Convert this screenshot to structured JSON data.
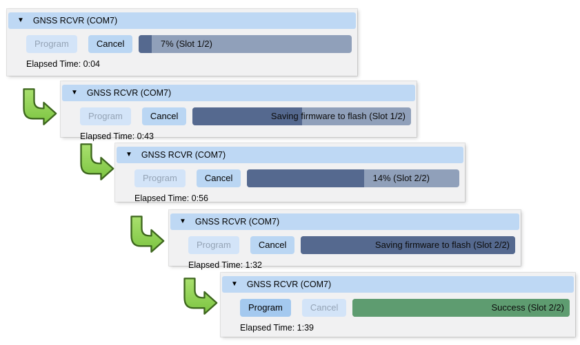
{
  "colors": {
    "panel_bg": "#f1f1f2",
    "header_bg": "#bed8f4",
    "track": "#90a0ba",
    "fill": "#55698f",
    "success": "#5e9c70",
    "btn_enabled_bg": "#bad6f3",
    "btn_disabled_bg": "#d3e4f8",
    "btn_disabled_text": "#94a3b5",
    "btn_active_bg": "#a4c9ef",
    "arrow_fill_top": "#a9e06e",
    "arrow_fill_bottom": "#7cc441",
    "arrow_stroke": "#3e671e"
  },
  "panels": [
    {
      "title": "GNSS RCVR (COM7)",
      "collapse_glyph": "▼",
      "program_label": "Program",
      "cancel_label": "Cancel",
      "program_enabled": false,
      "cancel_enabled": true,
      "progress_label": "7% (Slot 1/2)",
      "fill_percent": 6,
      "label_align": "left",
      "bar_state": "progress",
      "elapsed": "Elapsed Time: 0:04"
    },
    {
      "title": "GNSS RCVR (COM7)",
      "collapse_glyph": "▼",
      "program_label": "Program",
      "cancel_label": "Cancel",
      "program_enabled": false,
      "cancel_enabled": true,
      "progress_label": "Saving firmware to flash (Slot 1/2)",
      "fill_percent": 50,
      "label_align": "right",
      "bar_state": "progress",
      "elapsed": "Elapsed Time: 0:43"
    },
    {
      "title": "GNSS RCVR (COM7)",
      "collapse_glyph": "▼",
      "program_label": "Program",
      "cancel_label": "Cancel",
      "program_enabled": false,
      "cancel_enabled": true,
      "progress_label": "14% (Slot 2/2)",
      "fill_percent": 55,
      "label_align": "left",
      "bar_state": "progress",
      "elapsed": "Elapsed Time: 0:56"
    },
    {
      "title": "GNSS RCVR (COM7)",
      "collapse_glyph": "▼",
      "program_label": "Program",
      "cancel_label": "Cancel",
      "program_enabled": false,
      "cancel_enabled": true,
      "progress_label": "Saving firmware to flash (Slot 2/2)",
      "fill_percent": 100,
      "label_align": "right",
      "bar_state": "progress",
      "elapsed": "Elapsed Time: 1:32"
    },
    {
      "title": "GNSS RCVR (COM7)",
      "collapse_glyph": "▼",
      "program_label": "Program",
      "cancel_label": "Cancel",
      "program_enabled": true,
      "cancel_enabled": false,
      "progress_label": "Success (Slot 2/2)",
      "fill_percent": 100,
      "label_align": "right",
      "bar_state": "success",
      "elapsed": "Elapsed Time: 1:39"
    }
  ]
}
